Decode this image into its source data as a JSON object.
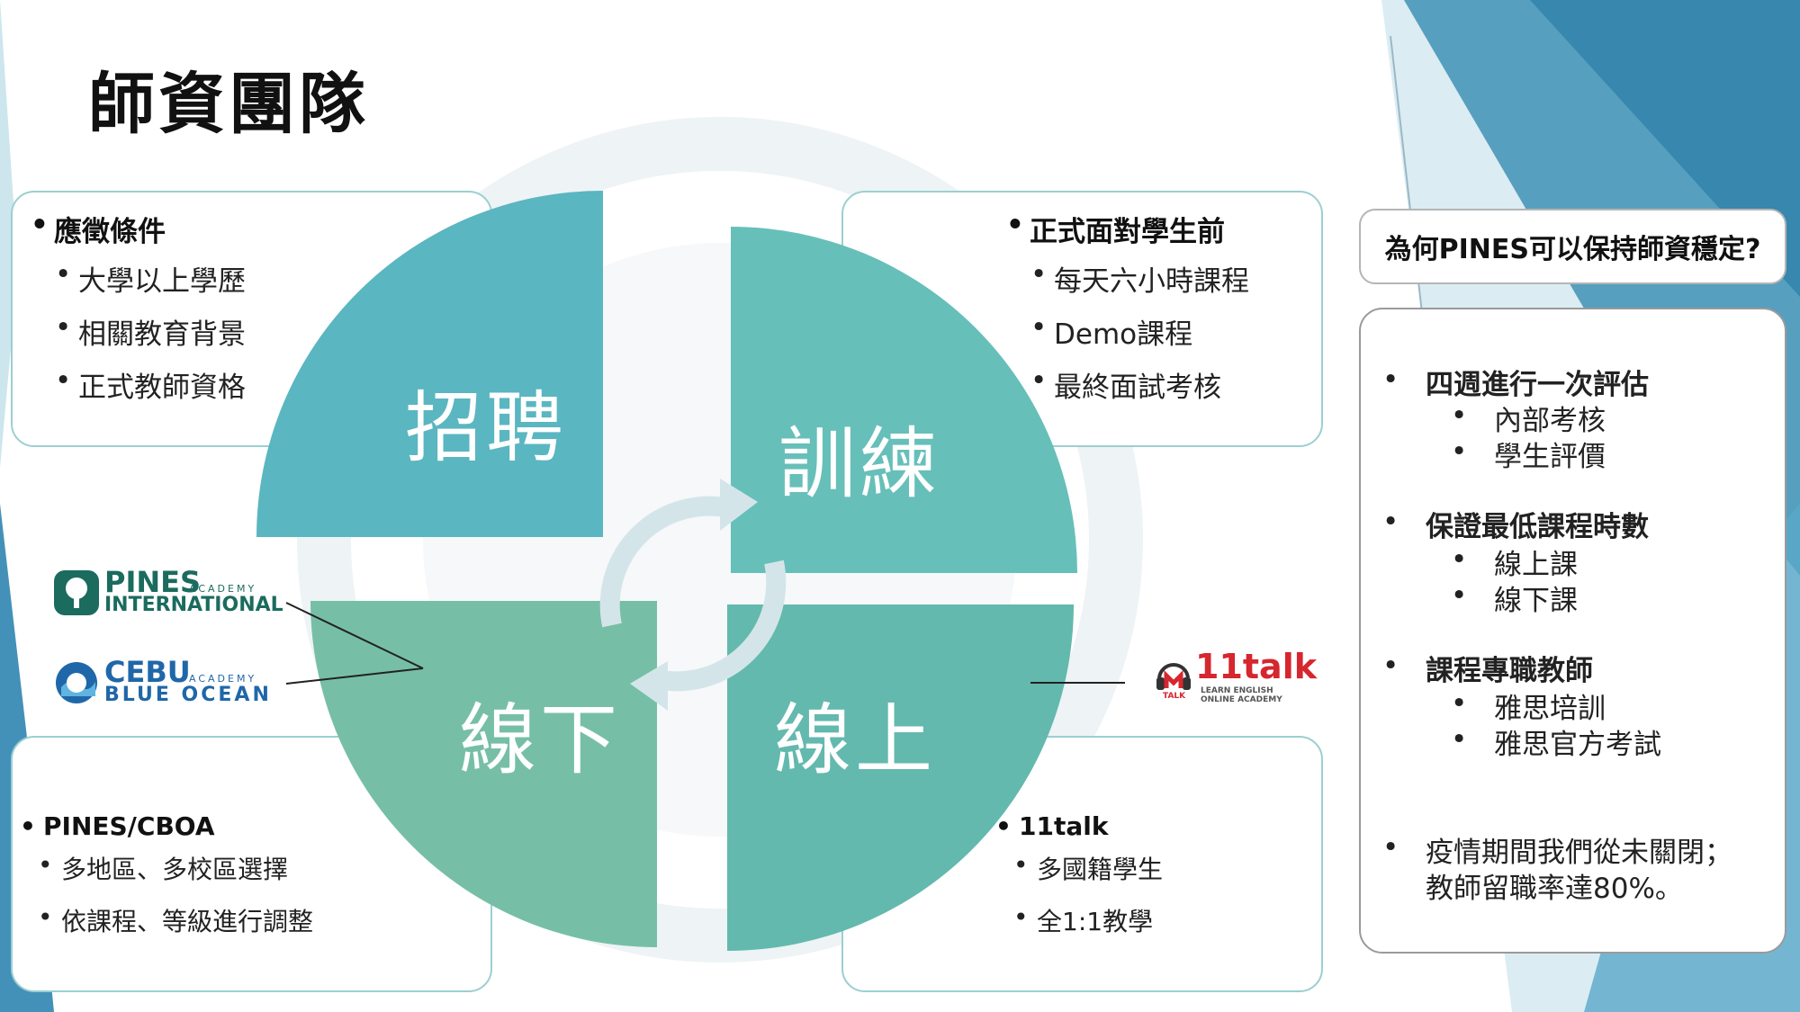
{
  "title": "師資團隊",
  "quadrants": {
    "recruit": "招聘",
    "train": "訓練",
    "offline": "線下",
    "online": "線上"
  },
  "recruit_box": {
    "heading": "應徵條件",
    "items": [
      "大學以上學歷",
      "相關教育背景",
      "正式教師資格"
    ]
  },
  "train_box": {
    "heading": "正式面對學生前",
    "items": [
      "每天六小時課程",
      "Demo課程",
      "最終面試考核"
    ]
  },
  "offline_box": {
    "heading": "PINES/CBOA",
    "items": [
      "多地區、多校區選擇",
      "依課程、等級進行調整"
    ]
  },
  "online_box": {
    "heading": "11talk",
    "items": [
      "多國籍學生",
      "全1:1教學"
    ]
  },
  "side": {
    "header": "為何PINES可以保持師資穩定?",
    "groups": [
      {
        "heading": "四週進行一次評估",
        "items": [
          "內部考核",
          "學生評價"
        ]
      },
      {
        "heading": "保證最低課程時數",
        "items": [
          "線上課",
          "線下課"
        ]
      },
      {
        "heading": "課程專職教師",
        "items": [
          "雅思培訓",
          "雅思官方考試"
        ]
      }
    ],
    "note_line1": "疫情期間我們從未關閉；",
    "note_line2": "教師留職率達80%。"
  },
  "logos": {
    "pines_main": "PINES",
    "pines_academy": "ACADEMY",
    "pines_sub": "INTERNATIONAL",
    "cebu_main": "CEBU",
    "cebu_academy": "ACADEMY",
    "cebu_sub": "BLUE OCEAN",
    "talk_main": "11talk",
    "talk_sub1": "LEARN ENGLISH",
    "talk_sub2": "ONLINE ACADEMY",
    "talk_badge": "TALK"
  },
  "colors": {
    "recruit": "#5ab6c1",
    "train": "#67bfb9",
    "offline": "#76bfa6",
    "online": "#63b9ad",
    "accent_blue": "#2e8fc0",
    "pines_green": "#1b6b5e",
    "cebu_blue": "#1f67a8",
    "talk_red": "#d6262e"
  }
}
